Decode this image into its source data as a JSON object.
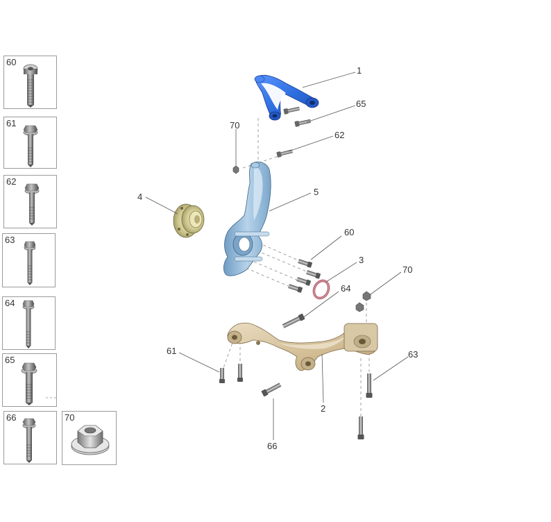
{
  "hardware": [
    {
      "num": "60",
      "icon": "torx-head-bolt-icon"
    },
    {
      "num": "61",
      "icon": "hex-flange-bolt-icon"
    },
    {
      "num": "62",
      "icon": "hex-flange-bolt-icon"
    },
    {
      "num": "63",
      "icon": "hex-flange-bolt-icon"
    },
    {
      "num": "64",
      "icon": "hex-flange-bolt-icon"
    },
    {
      "num": "65",
      "icon": "hex-flange-bolt-icon"
    },
    {
      "num": "66",
      "icon": "hex-flange-bolt-icon"
    },
    {
      "num": "70",
      "icon": "flange-nut-icon"
    }
  ],
  "callouts": {
    "c1": "1",
    "c65": "65",
    "c70a": "70",
    "c62": "62",
    "c4": "4",
    "c5": "5",
    "c60": "60",
    "c3": "3",
    "c70b": "70",
    "c64": "64",
    "c61": "61",
    "c63": "63",
    "c2": "2",
    "c66": "66"
  },
  "colors": {
    "upper_arm": "#2f6fe0",
    "knuckle": "#8fb8d8",
    "hub": "#d8d2a0",
    "lower_arm": "#d9c8a4",
    "seal": "#c87a86",
    "bolt": "#8a8a8a"
  }
}
